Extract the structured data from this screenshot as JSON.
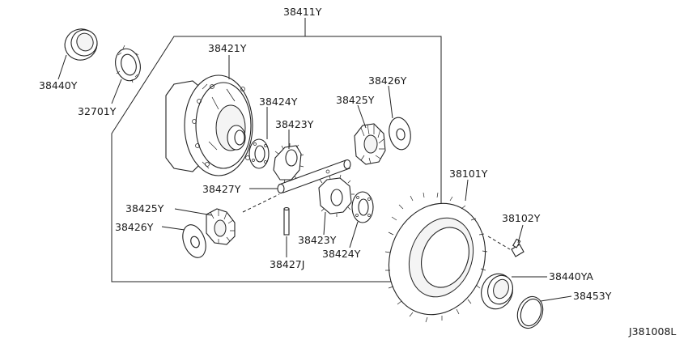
{
  "diagram": {
    "labels": {
      "l38411Y": "38411Y",
      "l38421Y": "38421Y",
      "l38440Y": "38440Y",
      "l32701Y": "32701Y",
      "l38424Y_top": "38424Y",
      "l38423Y_top": "38423Y",
      "l38426Y_top": "38426Y",
      "l38425Y_top": "38425Y",
      "l38427Y": "38427Y",
      "l38425Y_left": "38425Y",
      "l38426Y_left": "38426Y",
      "l38423Y_bot": "38423Y",
      "l38424Y_bot": "38424Y",
      "l38427J": "38427J",
      "l38101Y": "38101Y",
      "l38102Y": "38102Y",
      "l38440YA": "38440YA",
      "l38453Y": "38453Y",
      "figure_code": "J381008L"
    }
  }
}
